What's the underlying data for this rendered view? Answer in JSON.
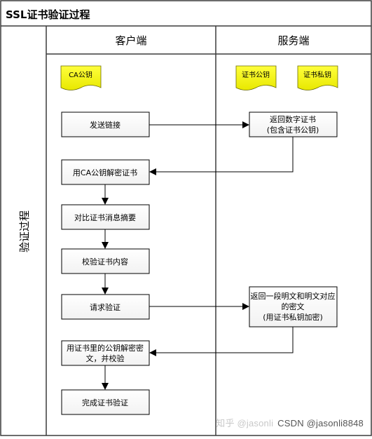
{
  "diagram": {
    "title": "SSL证书验证过程",
    "lanes": {
      "client": "客户端",
      "server": "服务端"
    },
    "side_label": "验证过程",
    "documents": {
      "ca_public_key": "CA公钥",
      "cert_public_key": "证书公钥",
      "cert_private_key": "证书私钥"
    },
    "steps": {
      "send_link": "发送链接",
      "return_cert": [
        "返回数字证书",
        "(包含证书公钥)"
      ],
      "decrypt_cert": "用CA公钥解密证书",
      "compare_digest": "对比证书消息摘要",
      "verify_content": "校验证书内容",
      "request_verify": "请求验证",
      "return_text": [
        "返回一段明文和明文对应",
        "的密文",
        "(用证书私钥加密)"
      ],
      "decrypt_check": [
        "用证书里的公钥解密密",
        "文，并校验"
      ],
      "complete": "完成证书验证"
    },
    "colors": {
      "border": "#3c3c3c",
      "lane_header_bg": "#ffffff",
      "title_bg": "#ffffff",
      "document_fill": "#ffff00",
      "box_fill": "#ffffff",
      "arrow": "#000000"
    }
  },
  "watermark": {
    "faint": "知乎 @jasonli",
    "text": "CSDN @jasonli8848"
  }
}
